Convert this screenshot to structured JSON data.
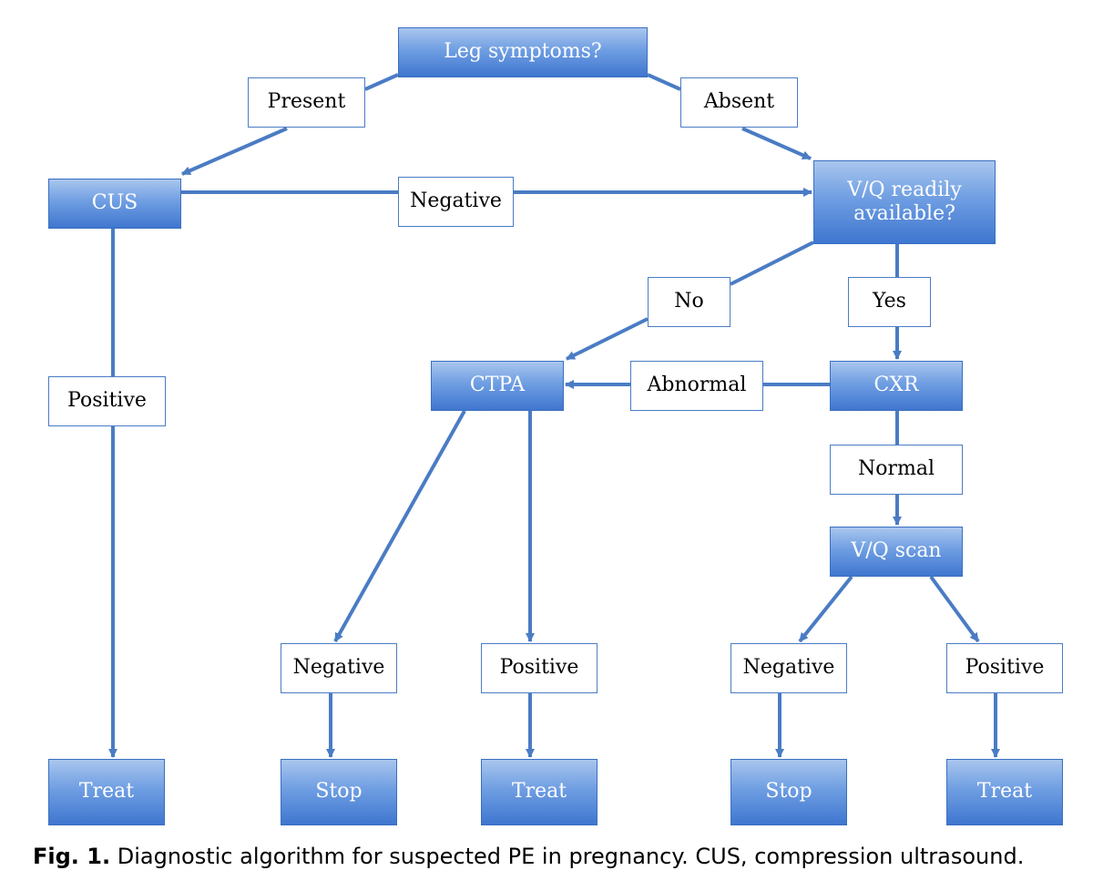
{
  "diagram": {
    "nodes": {
      "leg_symptoms": "Leg symptoms?",
      "present": "Present",
      "absent": "Absent",
      "cus": "CUS",
      "negative_cus": "Negative",
      "vq_available": "V/Q readily available?",
      "no": "No",
      "yes": "Yes",
      "ctpa": "CTPA",
      "abnormal": "Abnormal",
      "cxr": "CXR",
      "positive_cus": "Positive",
      "normal": "Normal",
      "vq_scan": "V/Q scan",
      "ctpa_negative": "Negative",
      "ctpa_positive": "Positive",
      "vq_negative": "Negative",
      "vq_positive": "Positive",
      "treat_cus": "Treat",
      "stop_ctpa": "Stop",
      "treat_ctpa": "Treat",
      "stop_vq": "Stop",
      "treat_vq": "Treat"
    },
    "colors": {
      "box_fill": "#6f9ee2",
      "box_border": "#3a6fc0",
      "line": "#4a7cc4"
    }
  },
  "caption": {
    "label": "Fig. 1.",
    "text": "Diagnostic algorithm for suspected PE in pregnancy. CUS, compression ultrasound."
  }
}
